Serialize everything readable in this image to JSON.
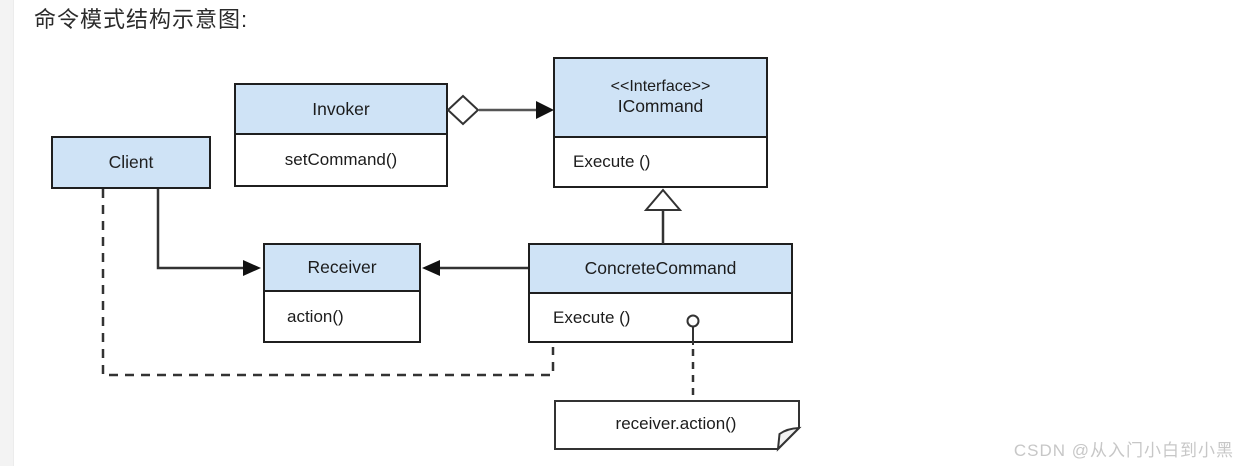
{
  "page": {
    "title": "命令模式结构示意图:",
    "watermark": "CSDN @从入门小白到小黑"
  },
  "colors": {
    "class_header_fill": "#cfe3f6",
    "class_body_fill": "#ffffff",
    "box_border": "#1f1f1f",
    "connector": "#3a3a3a",
    "watermark_text": "#c7c7c7",
    "page_gutter": "#f3f3f3"
  },
  "diagram": {
    "kind": "uml-class-diagram",
    "classes": [
      {
        "name": "Invoker",
        "members": [
          "setCommand()"
        ]
      },
      {
        "stereotype": "<<Interface>>",
        "name": "ICommand",
        "members": [
          "Execute ()"
        ]
      },
      {
        "name": "Client",
        "members": []
      },
      {
        "name": "Receiver",
        "members": [
          "action()"
        ]
      },
      {
        "name": "ConcreteCommand",
        "members": [
          "Execute ()"
        ]
      }
    ],
    "note": {
      "text": "receiver.action()"
    },
    "relations": [
      {
        "from": "Invoker",
        "to": "ICommand",
        "type": "aggregation-arrow"
      },
      {
        "from": "ConcreteCommand",
        "to": "ICommand",
        "type": "realization"
      },
      {
        "from": "Client",
        "to": "Receiver",
        "type": "directed-association"
      },
      {
        "from": "ConcreteCommand",
        "to": "Receiver",
        "type": "directed-association"
      },
      {
        "from": "Client",
        "to": "ConcreteCommand",
        "type": "dashed-dependency"
      },
      {
        "from": "ConcreteCommand",
        "to": "note",
        "type": "note-anchor"
      }
    ]
  }
}
